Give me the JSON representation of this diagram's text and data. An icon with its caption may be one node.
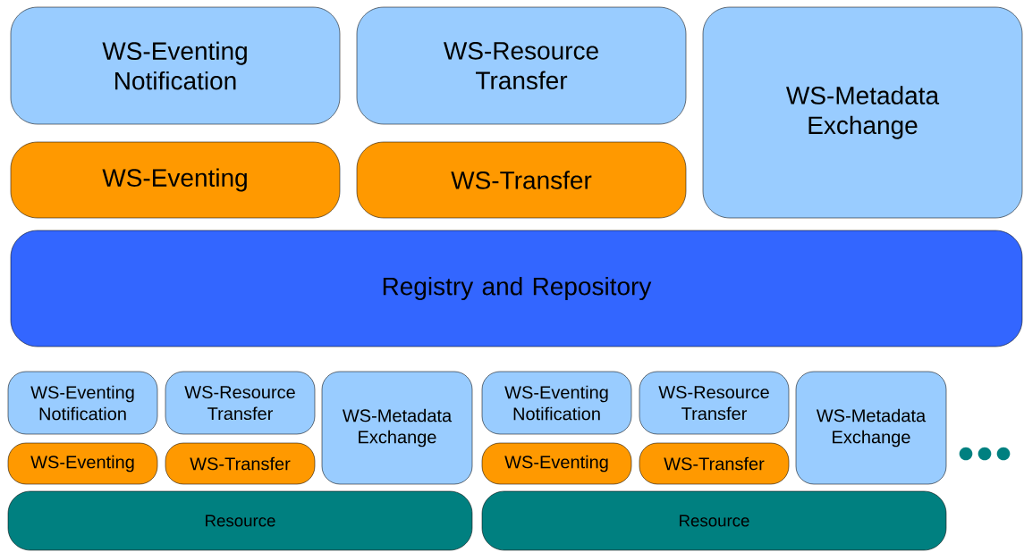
{
  "diagram": {
    "nodes": [
      {
        "text": [
          "WS-Eventing Notification"
        ]
      },
      {
        "text": [
          "WS-Resource Transfer"
        ]
      },
      {
        "text": [
          "WS-Metadata Exchange"
        ]
      },
      {
        "text": [
          "WS-Eventing"
        ]
      },
      {
        "text": [
          "WS-Transfer"
        ]
      },
      {
        "text": [
          "Registry and Repository"
        ]
      },
      {
        "text": [
          "WS-Eventing Notification"
        ]
      },
      {
        "text": [
          "WS-Resource Transfer"
        ]
      },
      {
        "text": [
          "WS-Metadata Exchange"
        ]
      },
      {
        "text": [
          "WS-Eventing"
        ]
      },
      {
        "text": [
          "WS-Transfer"
        ]
      },
      {
        "text": [
          "Resource"
        ]
      },
      {
        "text": [
          "WS-Eventing Notification"
        ]
      },
      {
        "text": [
          "WS-Resource Transfer"
        ]
      },
      {
        "text": [
          "WS-Metadata Exchange"
        ]
      },
      {
        "text": [
          "WS-Eventing"
        ]
      },
      {
        "text": [
          "WS-Transfer"
        ]
      },
      {
        "text": [
          "Resource"
        ]
      }
    ]
  }
}
